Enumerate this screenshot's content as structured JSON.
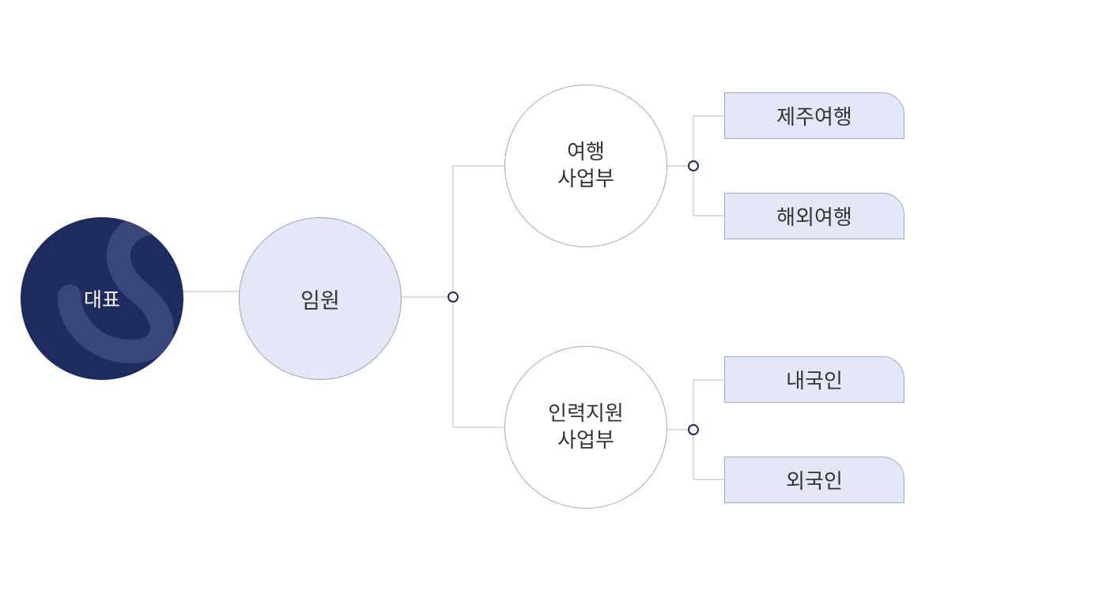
{
  "ceo": {
    "label": "대표"
  },
  "executives": {
    "label": "임원"
  },
  "divisions": [
    {
      "line1": "여행",
      "line2": "사업부",
      "teams": [
        "제주여행",
        "해외여행"
      ]
    },
    {
      "line1": "인력지원",
      "line2": "사업부",
      "teams": [
        "내국인",
        "외국인"
      ]
    }
  ],
  "colors": {
    "ceo_fill": "#1e2b5e",
    "node_fill": "#e4e7f5",
    "border": "#a3a8c4",
    "connector": "#b5b8c8",
    "junction": "#1e2b5e"
  }
}
